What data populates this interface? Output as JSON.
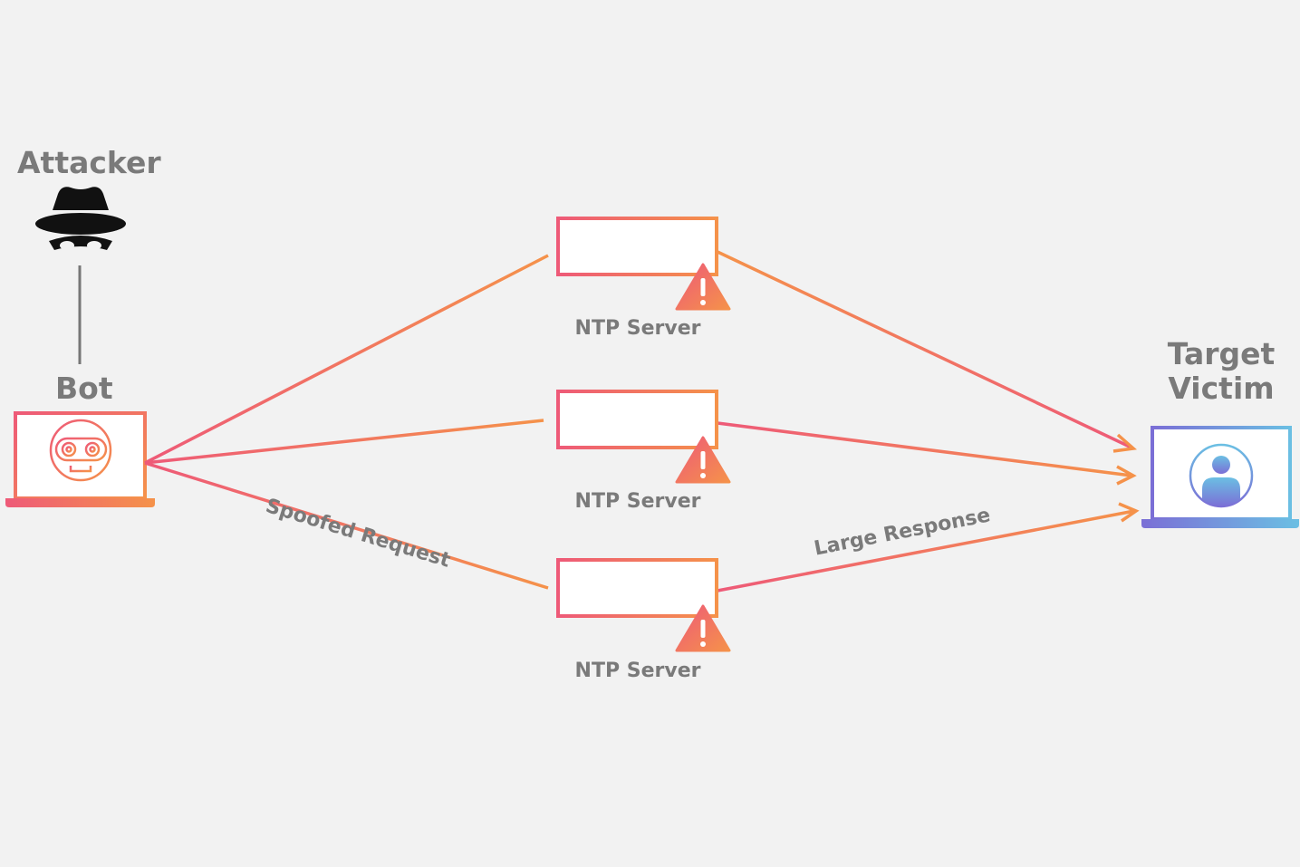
{
  "nodes": {
    "attacker": {
      "label": "Attacker",
      "icon": "spy-hat-mask-icon"
    },
    "bot": {
      "label": "Bot",
      "icon": "robot-face-icon"
    },
    "target": {
      "label_line1": "Target",
      "label_line2": "Victim",
      "icon": "user-icon"
    },
    "servers": [
      {
        "label": "NTP Server",
        "icon": "server-warning-icon"
      },
      {
        "label": "NTP Server",
        "icon": "server-warning-icon"
      },
      {
        "label": "NTP Server",
        "icon": "server-warning-icon"
      }
    ]
  },
  "edges": {
    "spoofed_request": "Spoofed Request",
    "large_response": "Large Response"
  },
  "colors": {
    "background": "#f2f2f2",
    "label_text": "#7a7a7a",
    "gradient_red": "#ee5a78",
    "gradient_orange": "#f5924a",
    "target_purple": "#7b6fd6",
    "target_blue": "#6bbfe3",
    "attacker_icon": "#111111",
    "link_gray": "#777777"
  }
}
